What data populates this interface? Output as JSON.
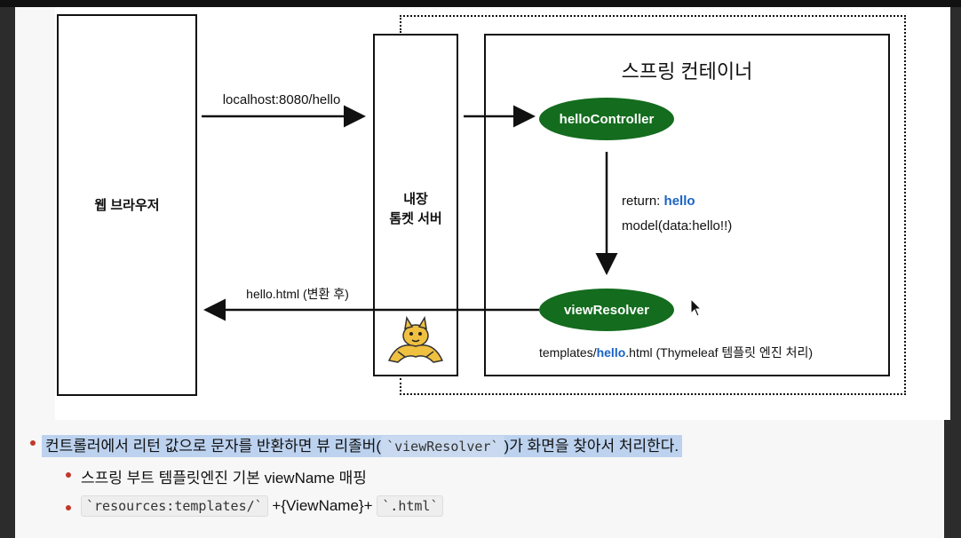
{
  "diagram": {
    "browser_label": "웹 브라우저",
    "server_label_line1": "내장",
    "server_label_line2": "톰켓 서버",
    "container_title": "스프링 컨테이너",
    "request_label": "localhost:8080/hello",
    "response_label": "hello.html (변환 후)",
    "controller_label": "helloController",
    "resolver_label": "viewResolver",
    "return_prefix": "return: ",
    "return_value": "hello",
    "model_label": "model(data:hello!!)",
    "template_prefix": "templates/",
    "template_name": "hello",
    "template_suffix": ".html (Thymeleaf 템플릿 엔진 처리)",
    "tomcat_logo": "tomcat-cat-logo"
  },
  "notes": {
    "bullet1_before": "컨트롤러에서 리턴 값으로 문자를 반환하면 뷰 리졸버(",
    "bullet1_code": "`viewResolver`",
    "bullet1_after": ")가 화면을 찾아서 처리한다.",
    "sub1": "스프링 부트 템플릿엔진 기본 viewName 매핑",
    "sub2_code1": "`resources:templates/`",
    "sub2_mid": "+{ViewName}+",
    "sub2_code2": "`.html`"
  },
  "colors": {
    "accent_green": "#146c1e",
    "highlight_blue": "#bcd2ef",
    "link_blue": "#1a63c6",
    "bullet_red": "#c0392b"
  }
}
